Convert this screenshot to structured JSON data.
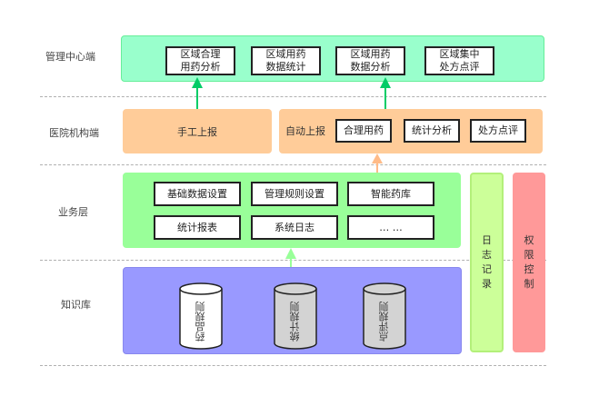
{
  "rows": [
    {
      "id": "management",
      "label": "管理中心端"
    },
    {
      "id": "hospital",
      "label": "医院机构端"
    },
    {
      "id": "business",
      "label": "业务层"
    },
    {
      "id": "knowledge",
      "label": "知识库"
    }
  ],
  "management": {
    "boxes": [
      "区域合理\n用药分析",
      "区域用药\n数据统计",
      "区域用药\n数据分析",
      "区域集中\n处方点评"
    ]
  },
  "hospital": {
    "manual_report": "手工上报",
    "auto_report": "自动上报",
    "auto_boxes": [
      "合理用药",
      "统计分析",
      "处方点评"
    ]
  },
  "business": {
    "boxes": [
      "基础数据设置",
      "管理规则设置",
      "智能药库",
      "统计报表",
      "系统日志",
      "… …"
    ]
  },
  "knowledge": {
    "databases": [
      "药品规则",
      "统计规则",
      "点评规则"
    ]
  },
  "side": {
    "log": [
      "日",
      "志",
      "记",
      "录"
    ],
    "permission": [
      "权",
      "限",
      "控",
      "制"
    ]
  },
  "colors": {
    "management_panel": "#99ffcc",
    "hospital_panel": "#ffcc99",
    "business_panel": "#99ff99",
    "knowledge_panel": "#9999ff",
    "log_panel": "#ccff99",
    "permission_panel": "#ff9999",
    "arrow_green": "#00cc66",
    "arrow_orange": "#ffbb88",
    "arrow_lightgreen": "#99ff99"
  }
}
